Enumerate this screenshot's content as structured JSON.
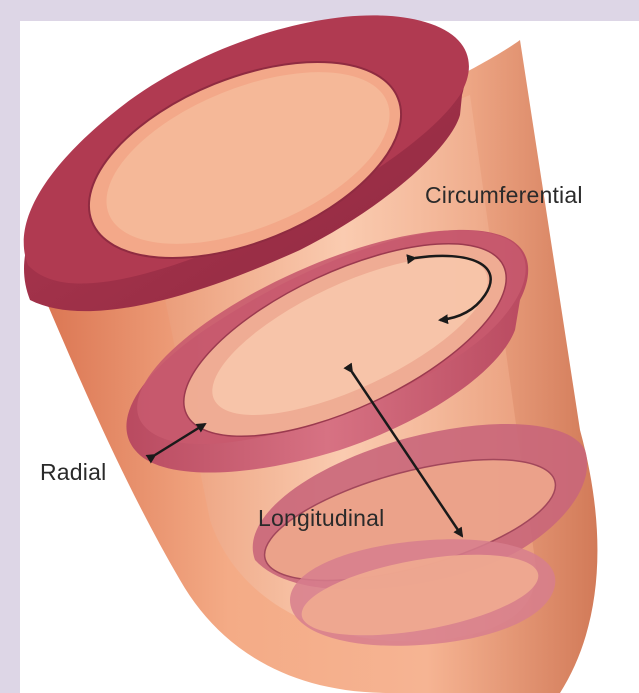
{
  "diagram": {
    "labels": {
      "circumferential": "Circumferential",
      "radial": "Radial",
      "longitudinal": "Longitudinal"
    },
    "colors": {
      "background_frame": "#ddd6e6",
      "panel": "#ffffff",
      "outer_body": "#f2a27e",
      "outer_body_shade": "#e0865f",
      "inner_body": "#f8b797",
      "ring_top": "#a8324a",
      "ring_band": "#c85468",
      "arrow": "#1a1a1a",
      "text": "#2a2a2a"
    }
  }
}
